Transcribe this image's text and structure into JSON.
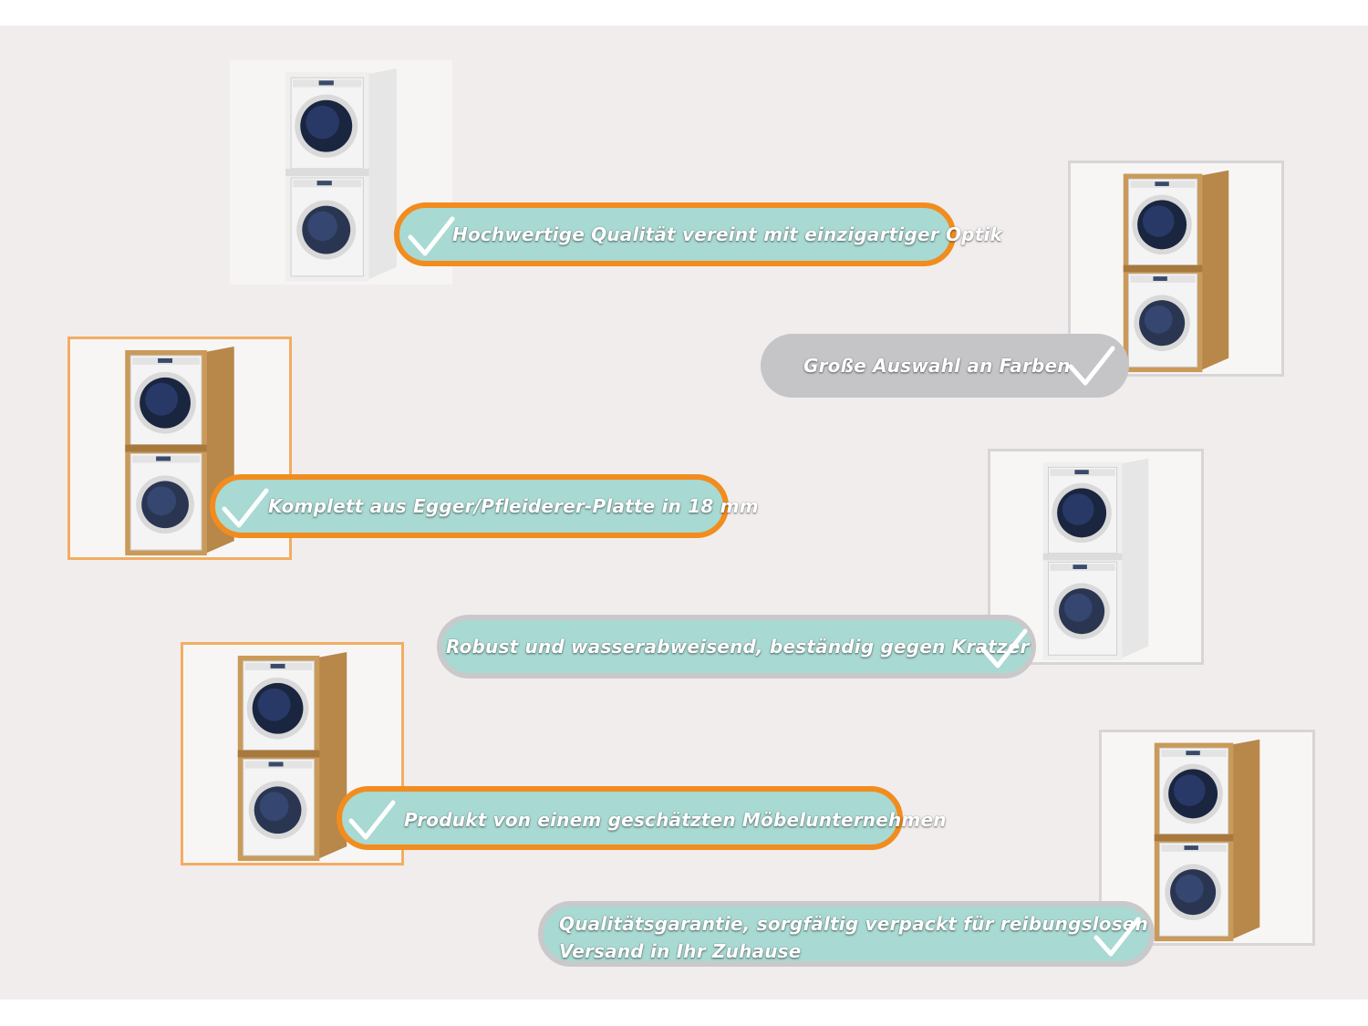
{
  "features": [
    {
      "text": "Hochwertige Qualität vereint mit einzigartiger Optik",
      "check_icon": "checkmark-icon"
    },
    {
      "text": "Große Auswahl an Farben",
      "check_icon": "checkmark-icon"
    },
    {
      "text": "Komplett aus Egger/Pfleiderer-Platte in 18 mm",
      "check_icon": "checkmark-icon"
    },
    {
      "text": "Robust und wasserabweisend, beständig gegen Kratzer",
      "check_icon": "checkmark-icon"
    },
    {
      "text": "Produkt von einem geschätzten Möbelunternehmen",
      "check_icon": "checkmark-icon"
    },
    {
      "text_line1": "Qualitätsgarantie, sorgfältig verpackt für reibungslosen",
      "text_line2": "Versand  in Ihr Zuhause",
      "check_icon": "checkmark-icon"
    }
  ],
  "colors": {
    "accent_orange": "#f28c1e",
    "pill_teal": "#a8d9d2",
    "pill_gray": "#c5c5c8",
    "background": "#f1eded",
    "oak_wood": "#b8874a",
    "white_cabinet": "#f2f2f2"
  },
  "products": [
    {
      "name": "white-cabinet-washer-dryer",
      "finish": "white"
    },
    {
      "name": "oak-cabinet-washer-dryer",
      "finish": "oak"
    },
    {
      "name": "oak-cabinet-washer-dryer",
      "finish": "oak"
    },
    {
      "name": "white-cabinet-washer-dryer",
      "finish": "white"
    },
    {
      "name": "oak-cabinet-washer-dryer",
      "finish": "oak"
    },
    {
      "name": "oak-cabinet-washer-dryer",
      "finish": "oak"
    }
  ]
}
